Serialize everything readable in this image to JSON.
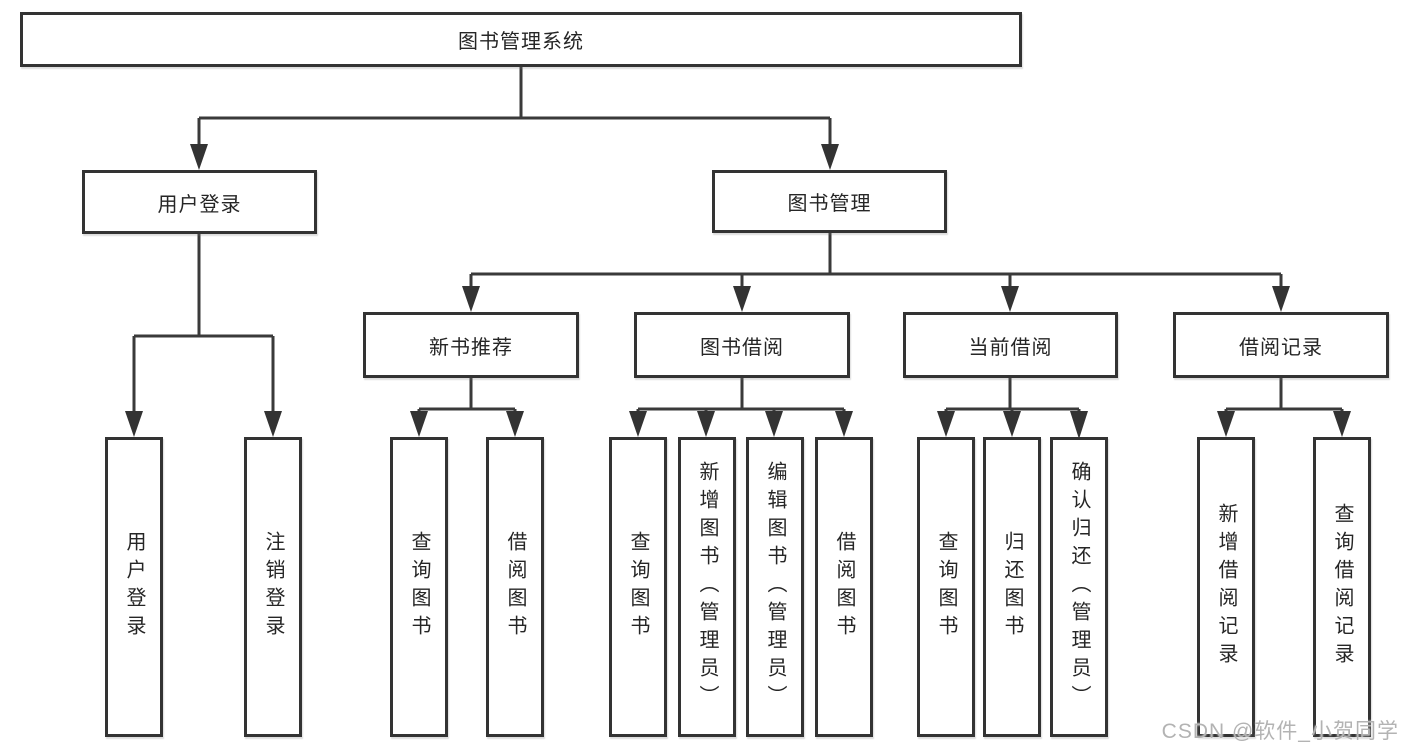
{
  "nodes": {
    "root": "图书管理系统",
    "user_login": "用户登录",
    "book_management": "图书管理",
    "new_book_recommend": "新书推荐",
    "book_borrowing": "图书借阅",
    "current_borrowing": "当前借阅",
    "borrowing_records": "借阅记录"
  },
  "leaves": {
    "user_login_login": "用户登录",
    "user_login_logout": "注销登录",
    "newrec_query_books": "查询图书",
    "newrec_borrow_books": "借阅图书",
    "borrow_query_books": "查询图书",
    "borrow_add_books_admin": "新增图书（管理员）",
    "borrow_edit_books_admin": "编辑图书（管理员）",
    "borrow_borrow_books": "借阅图书",
    "current_query_books": "查询图书",
    "current_return_books": "归还图书",
    "current_confirm_return_admin": "确认归还（管理员）",
    "records_add_record": "新增借阅记录",
    "records_query_record": "查询借阅记录"
  },
  "watermark": "CSDN @软件_小贺同学",
  "colors": {
    "line": "#3a3a3a",
    "box_border": "#333333",
    "box_fill": "#ffffff",
    "text": "#262626",
    "watermark": "#b3b3b3"
  }
}
